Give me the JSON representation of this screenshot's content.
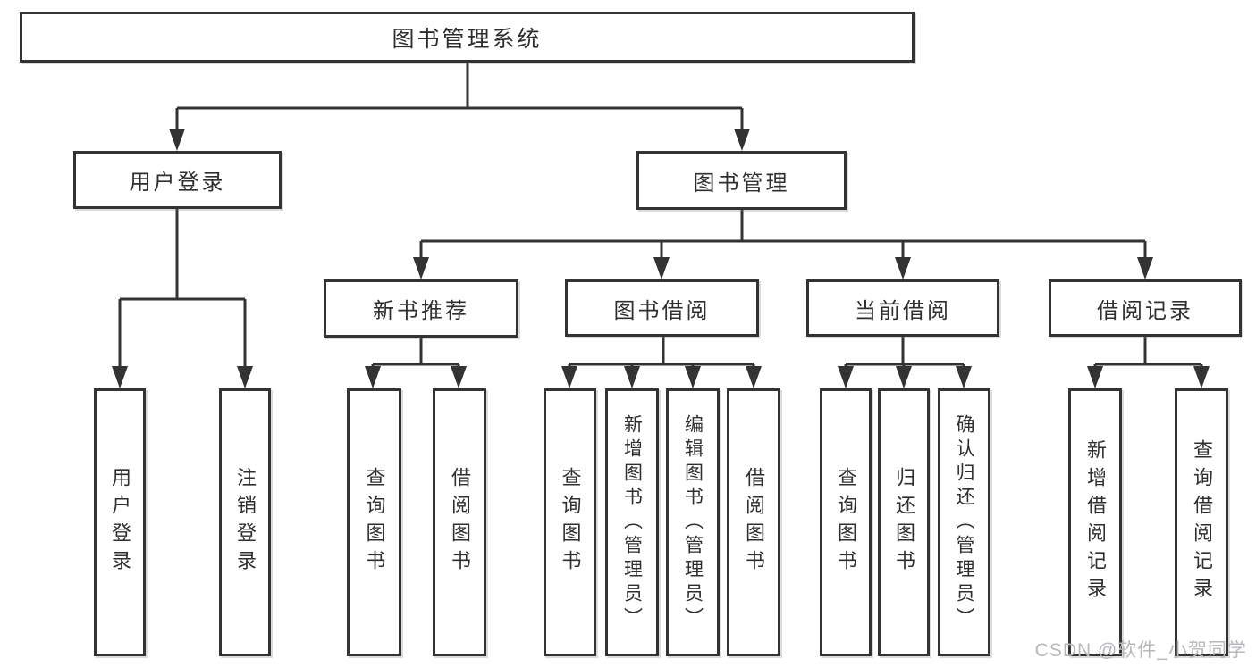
{
  "diagram": {
    "root": {
      "label": "图书管理系统"
    },
    "level2": {
      "user_login": {
        "label": "用户登录"
      },
      "book_mgmt": {
        "label": "图书管理"
      }
    },
    "level3": {
      "new_books": {
        "label": "新书推荐"
      },
      "borrow": {
        "label": "图书借阅"
      },
      "current": {
        "label": "当前借阅"
      },
      "records": {
        "label": "借阅记录"
      }
    },
    "leaves": {
      "user_login": [
        "用户登录",
        "注销登录"
      ],
      "new_books": [
        "查询图书",
        "借阅图书"
      ],
      "borrow": [
        "查询图书",
        "新增图书（管理员）",
        "编辑图书（管理员）",
        "借阅图书"
      ],
      "current": [
        "查询图书",
        "归还图书",
        "确认归还（管理员）"
      ],
      "records": [
        "新增借阅记录",
        "查询借阅记录"
      ]
    }
  },
  "watermark": {
    "text": "CSDN @软件_小贺同学"
  },
  "colors": {
    "line": "#333333",
    "text": "#2f2f2f",
    "box_bg": "#ffffff",
    "watermark": "#b7b7bc"
  }
}
